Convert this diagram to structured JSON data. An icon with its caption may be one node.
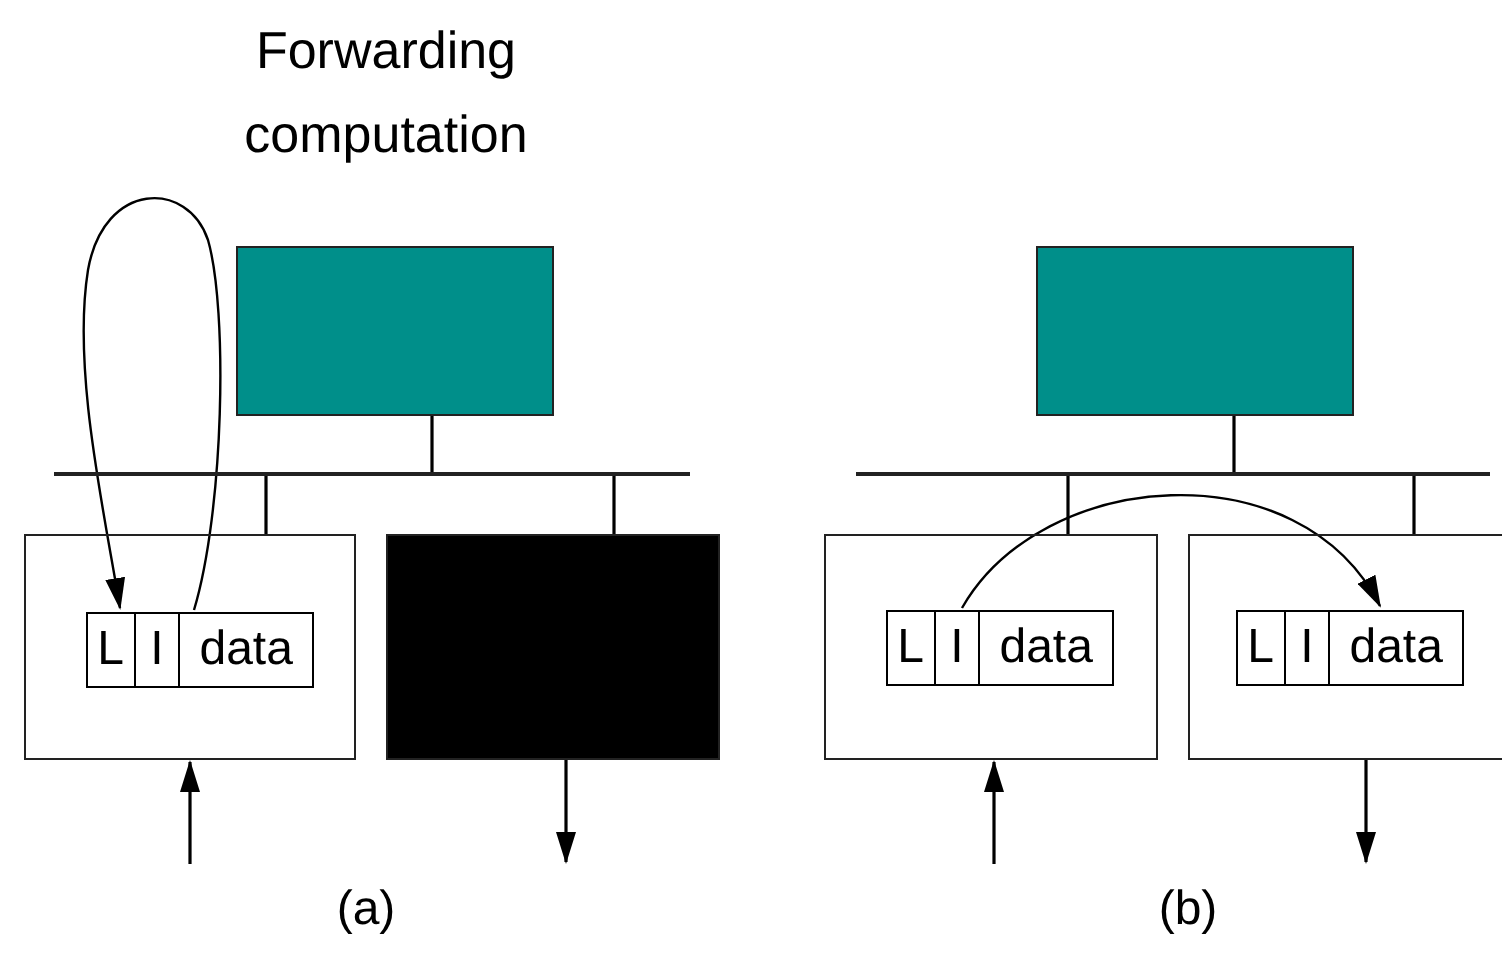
{
  "diagram": {
    "nodes": [
      {
        "text": [],
        "shape": "box"
      },
      {
        "text": [],
        "shape": "bar"
      },
      {
        "text": [],
        "shape": "box"
      },
      {
        "text": [
          "L",
          "I",
          "data"
        ],
        "in": 2
      },
      {
        "text": [],
        "shape": "box"
      },
      {
        "text": [],
        "shape": "box"
      },
      {
        "text": [],
        "shape": "bar"
      },
      {
        "text": [],
        "shape": "box"
      },
      {
        "text": [
          "L",
          "I",
          "data"
        ],
        "in": 7
      },
      {
        "text": [],
        "shape": "box"
      },
      {
        "text": [
          "L",
          "I",
          "data"
        ],
        "in": 9
      }
    ],
    "edges": [
      {
        "from": 0,
        "to": 1,
        "arrow": "none"
      },
      {
        "from": 1,
        "to": 2,
        "arrow": "none"
      },
      {
        "from": 1,
        "to": 4,
        "arrow": "none"
      },
      {
        "from": 3,
        "to": 3,
        "arrow": "to",
        "label": "Forwarding computation"
      },
      {
        "from": null,
        "to": 2,
        "arrow": "to"
      },
      {
        "from": 4,
        "to": null,
        "arrow": "to"
      },
      {
        "from": 5,
        "to": 6,
        "arrow": "none"
      },
      {
        "from": 6,
        "to": 7,
        "arrow": "none"
      },
      {
        "from": 6,
        "to": 9,
        "arrow": "none"
      },
      {
        "from": 8,
        "to": 10,
        "arrow": "to"
      },
      {
        "from": null,
        "to": 7,
        "arrow": "to"
      },
      {
        "from": 9,
        "to": null,
        "arrow": "to"
      }
    ],
    "labels": [
      "(a)",
      "(b)"
    ]
  }
}
